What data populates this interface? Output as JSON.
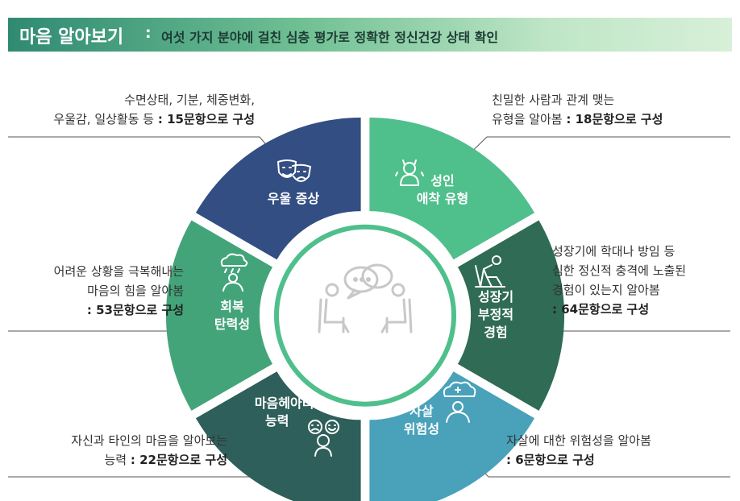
{
  "header": {
    "title": "마음 알아보기",
    "colon": ":",
    "subtitle": "여섯 가지 분야에 걸친 심층 평가로 정확한 정신건강 상태 확인"
  },
  "segments": [
    {
      "id": "depression",
      "label_line1": "우울 증상",
      "label_line2": "",
      "color": "#3a5a8c",
      "icon": "masks-icon"
    },
    {
      "id": "attachment",
      "label_line1": "성인",
      "label_line2": "애착 유형",
      "color": "#4fbf8c",
      "icon": "crying-person-icon"
    },
    {
      "id": "trauma",
      "label_line1": "성장기",
      "label_line2": "부정적",
      "label_line3": "경험",
      "color": "#2f6b55",
      "icon": "distressed-person-chair-icon"
    },
    {
      "id": "suicide",
      "label_line1": "자살",
      "label_line2": "위험성",
      "color": "#3b9ab5",
      "icon": "troubled-thought-icon"
    },
    {
      "id": "mentalization",
      "label_line1": "마음헤아리기",
      "label_line2": "능력",
      "color": "#2e5f5a",
      "icon": "faces-thinking-icon"
    },
    {
      "id": "resilience",
      "label_line1": "회복",
      "label_line2": "탄력성",
      "color": "#43a47a",
      "icon": "rain-cloud-person-icon"
    }
  ],
  "descriptions": {
    "depression": {
      "line1": "수면상태, 기분, 체중변화,",
      "line2_plain": "우울감, 일상활동 등 ",
      "line2_bold": ": 15문항으로 구성"
    },
    "attachment": {
      "line1": "친밀한 사람과 관계 맺는",
      "line2_plain": "유형을 알아봄 ",
      "line2_bold": ": 18문항으로 구성"
    },
    "trauma": {
      "line1": "성장기에 학대나 방임 등",
      "line2": "심한 정신적 충격에 노출된",
      "line3": "경험이 있는지 알아봄",
      "line4_bold": ": 64문항으로 구성"
    },
    "resilience": {
      "line1": "어려운 상황을 극복해내는",
      "line2": "마음의 힘을 알아봄",
      "line3_bold": ": 53문항으로 구성"
    },
    "mentalization": {
      "line1": "자신과 타인의 마음을 알아보는",
      "line2_plain": "능력 ",
      "line2_bold": ": 22문항으로 구성"
    },
    "suicide": {
      "line1": "자살에 대한 위험성을 알아봄",
      "line2_bold": ": 6문항으로 구성"
    }
  },
  "center_icon": "counseling-conversation-icon"
}
